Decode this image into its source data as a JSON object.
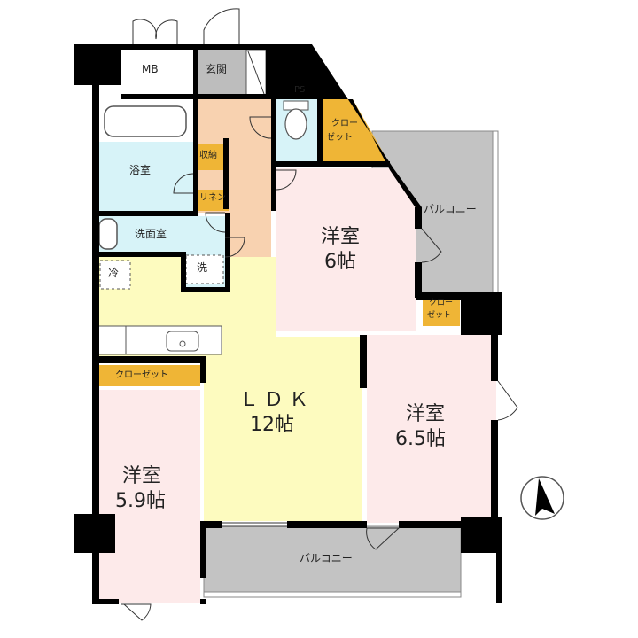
{
  "floorplan": {
    "colors": {
      "wall": "#000000",
      "bedroom": "#fdeaea",
      "ldk": "#fdfbbf",
      "wet": "#d7f3f8",
      "hall": "#f8d2b0",
      "closet": "#efb536",
      "balcony": "#c3c3c3",
      "genkan": "#bdbdbd"
    },
    "rooms": {
      "mb": "MB",
      "genkan": "玄関",
      "ps": "PS",
      "bath": "浴室",
      "storage": "収納",
      "linen": "リネン",
      "washroom": "洗面室",
      "fridge": "冷",
      "washer": "洗",
      "closet_top_1": "クロー",
      "closet_top_2": "ゼット",
      "closet_right_1": "クロー",
      "closet_right_2": "ゼット",
      "closet_left": "クローゼット",
      "room1_name": "洋室",
      "room1_size": "6帖",
      "room2_name": "洋室",
      "room2_size": "6.5帖",
      "room3_name": "洋室",
      "room3_size": "5.9帖",
      "ldk_name": "ＬＤＫ",
      "ldk_size": "12帖",
      "balcony_east": "バルコニー",
      "balcony_south": "バルコニー"
    },
    "compass": "north-arrow"
  }
}
